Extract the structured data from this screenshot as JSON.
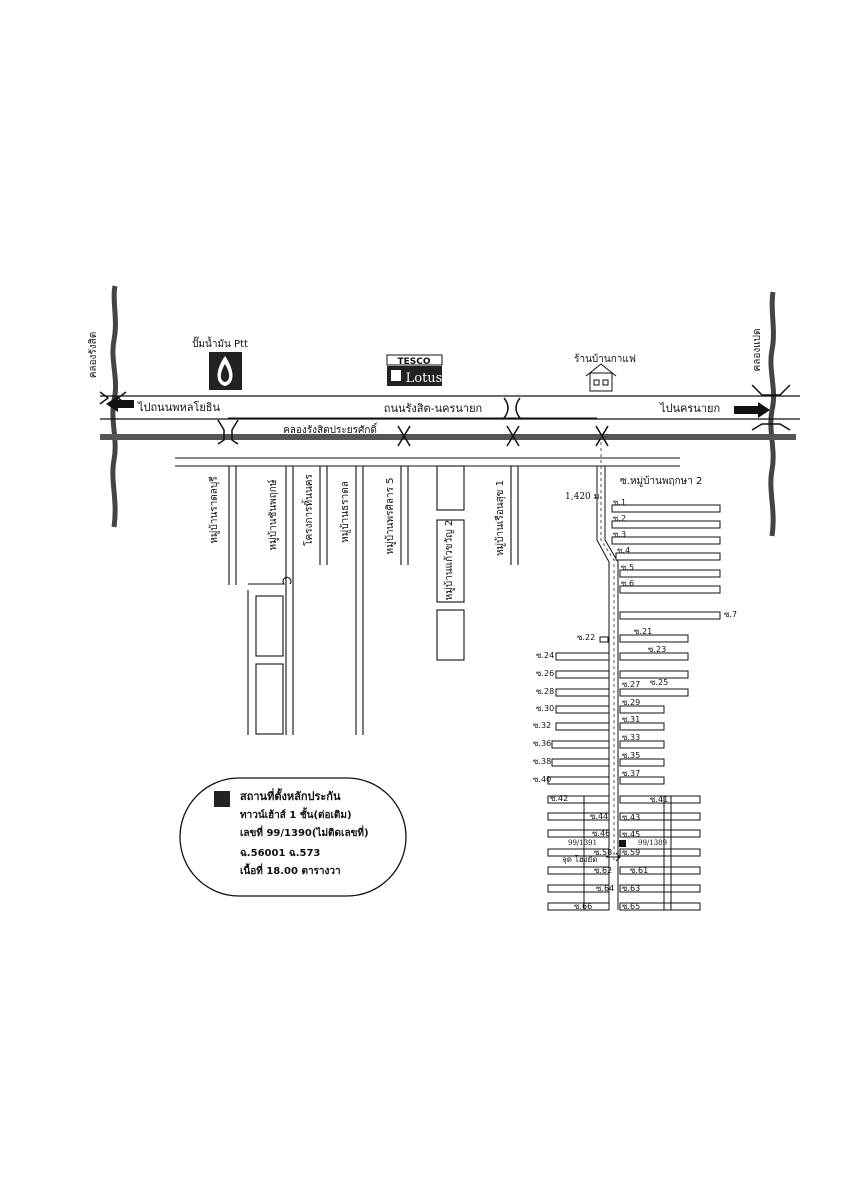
{
  "map": {
    "canals": {
      "left": "คลองรังสิต",
      "right": "คลองแปด",
      "middle": "คลองรังสิตประยรศักดิ์"
    },
    "roads": {
      "main": "ถนนรังสิต-นครนายก",
      "to_left": "ไปถนนพหลโยธิน",
      "to_right": "ไปนครนายก"
    },
    "landmarks": {
      "ptt": "ปั๊มน้ำมัน Ptt",
      "tesco_top": "TESCO",
      "tesco_bottom": "Lotus",
      "coffee": "ร้านบ้านกาแฟ"
    },
    "villages": [
      "หมู่บ้านราดลบุรี",
      "หมู่บ้านชันพฤกษ์",
      "โครงการทิ้นนคร",
      "หมู่บ้านธราดล",
      "หมู่บ้านพรศิลาร 5",
      "หมู่บ้านแก้วขวัญ 2",
      "หมู่บ้านเรือนสุข 1"
    ],
    "main_soi": "ซ.หมู่บ้านพฤกษา 2",
    "distance": "1,420 ม.",
    "right_sois": [
      "ซ.1",
      "ซ.2",
      "ซ.3",
      "ซ.4",
      "ซ.5",
      "ซ.6",
      "ซ.7"
    ],
    "grid_sois": {
      "left": [
        "ซ.22",
        "ซ.24",
        "ซ.26",
        "ซ.28",
        "ซ.30",
        "ซ.32",
        "ซ.36",
        "ซ.38",
        "ซ.40",
        "ซ.42",
        "ซ.44",
        "ซ.46",
        "ซ.58",
        "ซ.62",
        "ซ.64",
        "ซ.66"
      ],
      "right": [
        "ซ.21",
        "ซ.23",
        "ซ.27",
        "ซ.25",
        "ซ.29",
        "ซ.31",
        "ซ.33",
        "ซ.35",
        "ซ.37",
        "ซ.41",
        "ซ.43",
        "ซ.45",
        "ซ.59",
        "ซ.61",
        "ซ.63",
        "ซ.65"
      ]
    },
    "house_left": "99/1391",
    "house_right": "99/1389",
    "point": "จุด โฮงยัด"
  },
  "legend": {
    "line1": "สถานที่ตั้งหลักประกัน",
    "line2": "ทาวน์เฮ้าส์ 1 ชั้น(ต่อเติม)",
    "line3": "เลขที่ 99/1390(ไม่ติดเลขที่)",
    "line4": "ฉ.56001 ฉ.573",
    "line5": "เนื้อที่ 18.00 ตารางวา"
  }
}
